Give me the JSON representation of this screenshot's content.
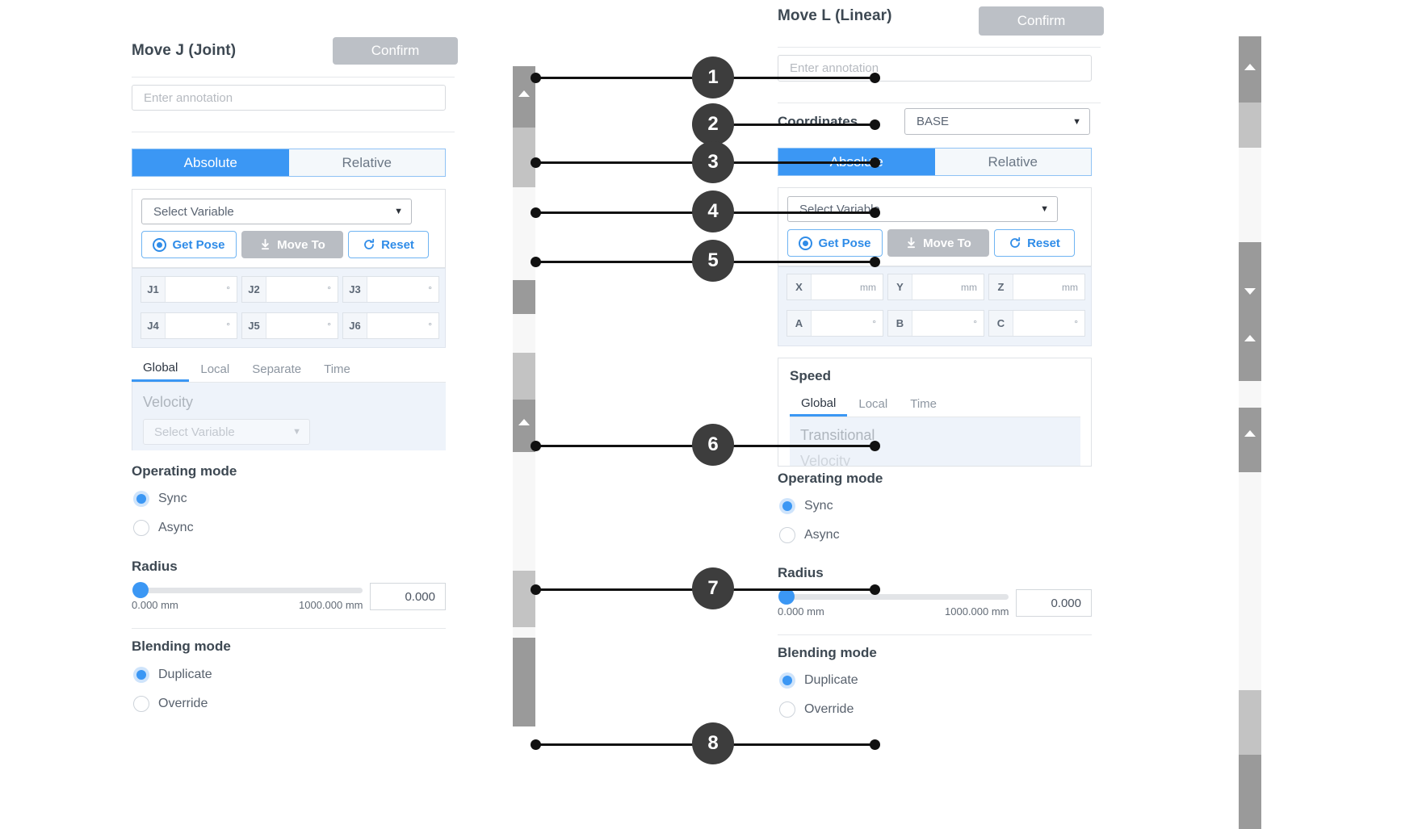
{
  "left_panel": {
    "title": "Move J (Joint)",
    "confirm_label": "Confirm",
    "annotation_placeholder": "Enter annotation",
    "mode_tabs": {
      "absolute": "Absolute",
      "relative": "Relative"
    },
    "variable_select": "Select Variable",
    "buttons": {
      "get_pose": "Get Pose",
      "move_to": "Move To",
      "reset": "Reset"
    },
    "joint_fields": [
      {
        "label": "J1",
        "value": "",
        "unit": "°"
      },
      {
        "label": "J2",
        "value": "",
        "unit": "°"
      },
      {
        "label": "J3",
        "value": "",
        "unit": "°"
      },
      {
        "label": "J4",
        "value": "",
        "unit": "°"
      },
      {
        "label": "J5",
        "value": "",
        "unit": "°"
      },
      {
        "label": "J6",
        "value": "",
        "unit": "°"
      }
    ],
    "speed_tabs": [
      "Global",
      "Local",
      "Separate",
      "Time"
    ],
    "speed_active_tab": "Global",
    "velocity_label": "Velocity",
    "velocity_select": "Select Variable",
    "operating_mode": {
      "heading": "Operating mode",
      "options": [
        "Sync",
        "Async"
      ],
      "selected": "Sync"
    },
    "radius": {
      "heading": "Radius",
      "min_label": "0.000 mm",
      "max_label": "1000.000 mm",
      "value": "0.000",
      "fill_percent": 0
    },
    "blending_mode": {
      "heading": "Blending mode",
      "options": [
        "Duplicate",
        "Override"
      ],
      "selected": "Duplicate"
    }
  },
  "right_panel": {
    "title": "Move L (Linear)",
    "confirm_label": "Confirm",
    "annotation_placeholder": "Enter annotation",
    "coordinates_label": "Coordinates",
    "coordinates_value": "BASE",
    "mode_tabs": {
      "absolute": "Absolute",
      "relative": "Relative"
    },
    "variable_select": "Select Variable",
    "buttons": {
      "get_pose": "Get Pose",
      "move_to": "Move To",
      "reset": "Reset"
    },
    "pose_fields": [
      {
        "label": "X",
        "value": "",
        "unit": "mm"
      },
      {
        "label": "Y",
        "value": "",
        "unit": "mm"
      },
      {
        "label": "Z",
        "value": "",
        "unit": "mm"
      },
      {
        "label": "A",
        "value": "",
        "unit": "°"
      },
      {
        "label": "B",
        "value": "",
        "unit": "°"
      },
      {
        "label": "C",
        "value": "",
        "unit": "°"
      }
    ],
    "speed_title": "Speed",
    "speed_tabs": [
      "Global",
      "Local",
      "Time"
    ],
    "speed_active_tab": "Global",
    "transitional_label": "Transitional",
    "operating_mode": {
      "heading": "Operating mode",
      "options": [
        "Sync",
        "Async"
      ],
      "selected": "Sync"
    },
    "radius": {
      "heading": "Radius",
      "min_label": "0.000 mm",
      "max_label": "1000.000 mm",
      "value": "0.000",
      "fill_percent": 0
    },
    "blending_mode": {
      "heading": "Blending mode",
      "options": [
        "Duplicate",
        "Override"
      ],
      "selected": "Duplicate"
    }
  },
  "callouts": [
    {
      "number": "1"
    },
    {
      "number": "2"
    },
    {
      "number": "3"
    },
    {
      "number": "4"
    },
    {
      "number": "5"
    },
    {
      "number": "6"
    },
    {
      "number": "7"
    },
    {
      "number": "8"
    }
  ],
  "colors": {
    "accent": "#3b97f4",
    "accent_soft": "#cfe4fb",
    "confirm_grey": "#bcc0c6",
    "callout_dark": "#3d3d3d",
    "field_panel": "#eef3fa",
    "text_dark": "#3d4852",
    "text_muted": "#8d96a1"
  }
}
